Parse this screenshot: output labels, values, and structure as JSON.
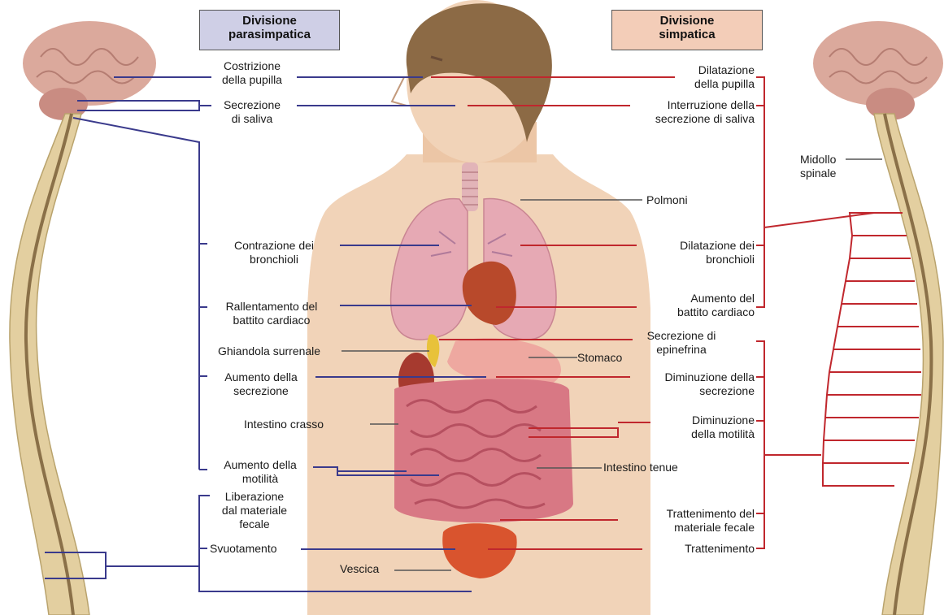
{
  "headers": {
    "parasympathetic": [
      "Divisione",
      "parasimpatica"
    ],
    "sympathetic": [
      "Divisione",
      "simpatica"
    ]
  },
  "parasympathetic_labels": {
    "pupil": [
      "Costrizione",
      "della pupilla"
    ],
    "saliva": [
      "Secrezione",
      "di saliva"
    ],
    "bronchioles": [
      "Contrazione dei",
      "bronchioli"
    ],
    "heart": [
      "Rallentamento del",
      "battito cardiaco"
    ],
    "secretion": [
      "Aumento della",
      "secrezione"
    ],
    "motility": [
      "Aumento della",
      "motilità"
    ],
    "feces": [
      "Liberazione",
      "dal materiale",
      "fecale"
    ],
    "bladder": [
      "Svuotamento"
    ]
  },
  "sympathetic_labels": {
    "pupil": [
      "Dilatazione",
      "della pupilla"
    ],
    "saliva": [
      "Interruzione della",
      "secrezione di saliva"
    ],
    "bronchioles": [
      "Dilatazione dei",
      "bronchioli"
    ],
    "heart": [
      "Aumento del",
      "battito cardiaco"
    ],
    "epinephrine": [
      "Secrezione di",
      "epinefrina"
    ],
    "secretion": [
      "Diminuzione della",
      "secrezione"
    ],
    "motility": [
      "Diminuzione",
      "della motilità"
    ],
    "feces": [
      "Trattenimento del",
      "materiale fecale"
    ],
    "bladder": [
      "Trattenimento"
    ]
  },
  "organ_labels": {
    "lungs": "Polmoni",
    "adrenal": "Ghiandola surrenale",
    "stomach": "Stomaco",
    "large_intestine": "Intestino crasso",
    "small_intestine": "Intestino tenue",
    "bladder": "Vescica",
    "spinal_cord": [
      "Midollo",
      "spinale"
    ]
  },
  "colors": {
    "parasympathetic_line": "#3a3a8c",
    "sympathetic_line": "#c0272d",
    "skin": "#f1d3b8",
    "hair": "#8c6a45",
    "lung": "#e6a9b4",
    "heart": "#b8492b",
    "intestine": "#d87884",
    "brain": "#dba99c",
    "spine": "#e3cfa0"
  }
}
